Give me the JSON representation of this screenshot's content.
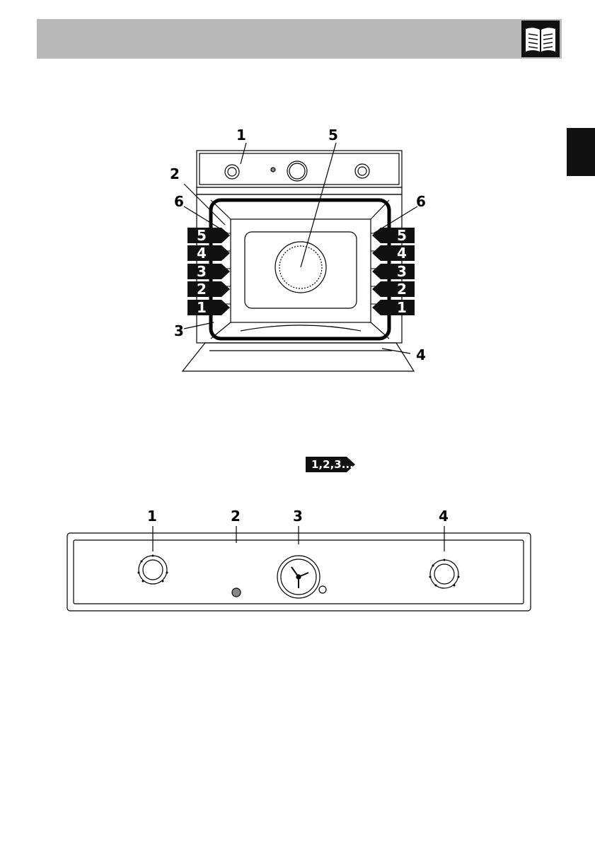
{
  "oven_labels": {
    "top_1": "1",
    "top_5": "5",
    "left_2": "2",
    "left_6": "6",
    "right_6": "6",
    "left_3": "3",
    "right_4": "4"
  },
  "shelf_levels": [
    "5",
    "4",
    "3",
    "2",
    "1"
  ],
  "sequence_badge": "1,2,3...",
  "panel_labels": [
    "1",
    "2",
    "3",
    "4"
  ],
  "colors": {
    "header_bar": "#b8b8b8",
    "tab": "#111111"
  },
  "icons": [
    "book-icon"
  ]
}
